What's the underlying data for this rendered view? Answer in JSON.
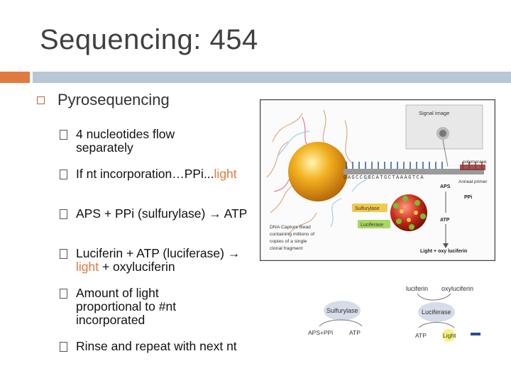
{
  "title": "Sequencing: 454",
  "heading": "Pyrosequencing",
  "bullets": [
    {
      "text": "4 nucleotides flow separately"
    },
    {
      "text_a": "If nt incorporation…PPi...",
      "text_b": "light"
    },
    {
      "text": "APS + PPi (sulfurylase) → ATP"
    },
    {
      "text_a": "Luciferin + ATP (luciferase) → ",
      "text_b": "light",
      "text_c": " + oxyluciferin"
    },
    {
      "text": "Amount of light proportional to #nt incorporated"
    },
    {
      "text": "Rinse and repeat with next nt"
    }
  ],
  "figure": {
    "signal_image": "Signal image",
    "polymerase": "polymerase",
    "sequence": "GAGCCGGCATGCTAAAGTCA",
    "annealed_primer": "Anneal primer",
    "aps": "APS",
    "ppi": "PPi",
    "sulfurylase": "Sulfurylase",
    "atp": "ATP",
    "luciferase": "Luciferase",
    "bead_caption_1": "DNA Capture Bead",
    "bead_caption_2": "containing millions of",
    "bead_caption_3": "copies of a single",
    "bead_caption_4": "clonal fragment",
    "light_label": "Light + oxy luciferin"
  },
  "figure2": {
    "luciferin": "luciferin",
    "oxyluciferin": "oxyluciferin",
    "sulfurylase": "Sulfurylase",
    "luciferase": "Luciferase",
    "aps_ppi": "APS+PPi",
    "atp1": "ATP",
    "atp2": "ATP",
    "light": "Light"
  },
  "colors": {
    "accent_orange": "#e07a3f",
    "accent_blue": "#b7c7d6"
  }
}
